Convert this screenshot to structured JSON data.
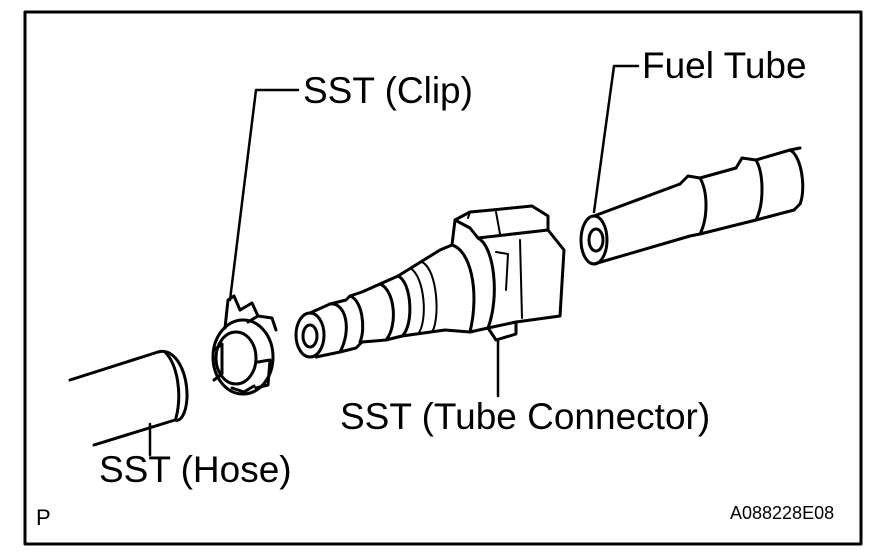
{
  "labels": {
    "clip": "SST (Clip)",
    "fuel_tube": "Fuel Tube",
    "tube_connector": "SST (Tube Connector)",
    "hose": "SST (Hose)",
    "page_marker": "P",
    "figure_code": "A088228E08"
  },
  "colors": {
    "ink": "#000000",
    "background": "#ffffff"
  }
}
